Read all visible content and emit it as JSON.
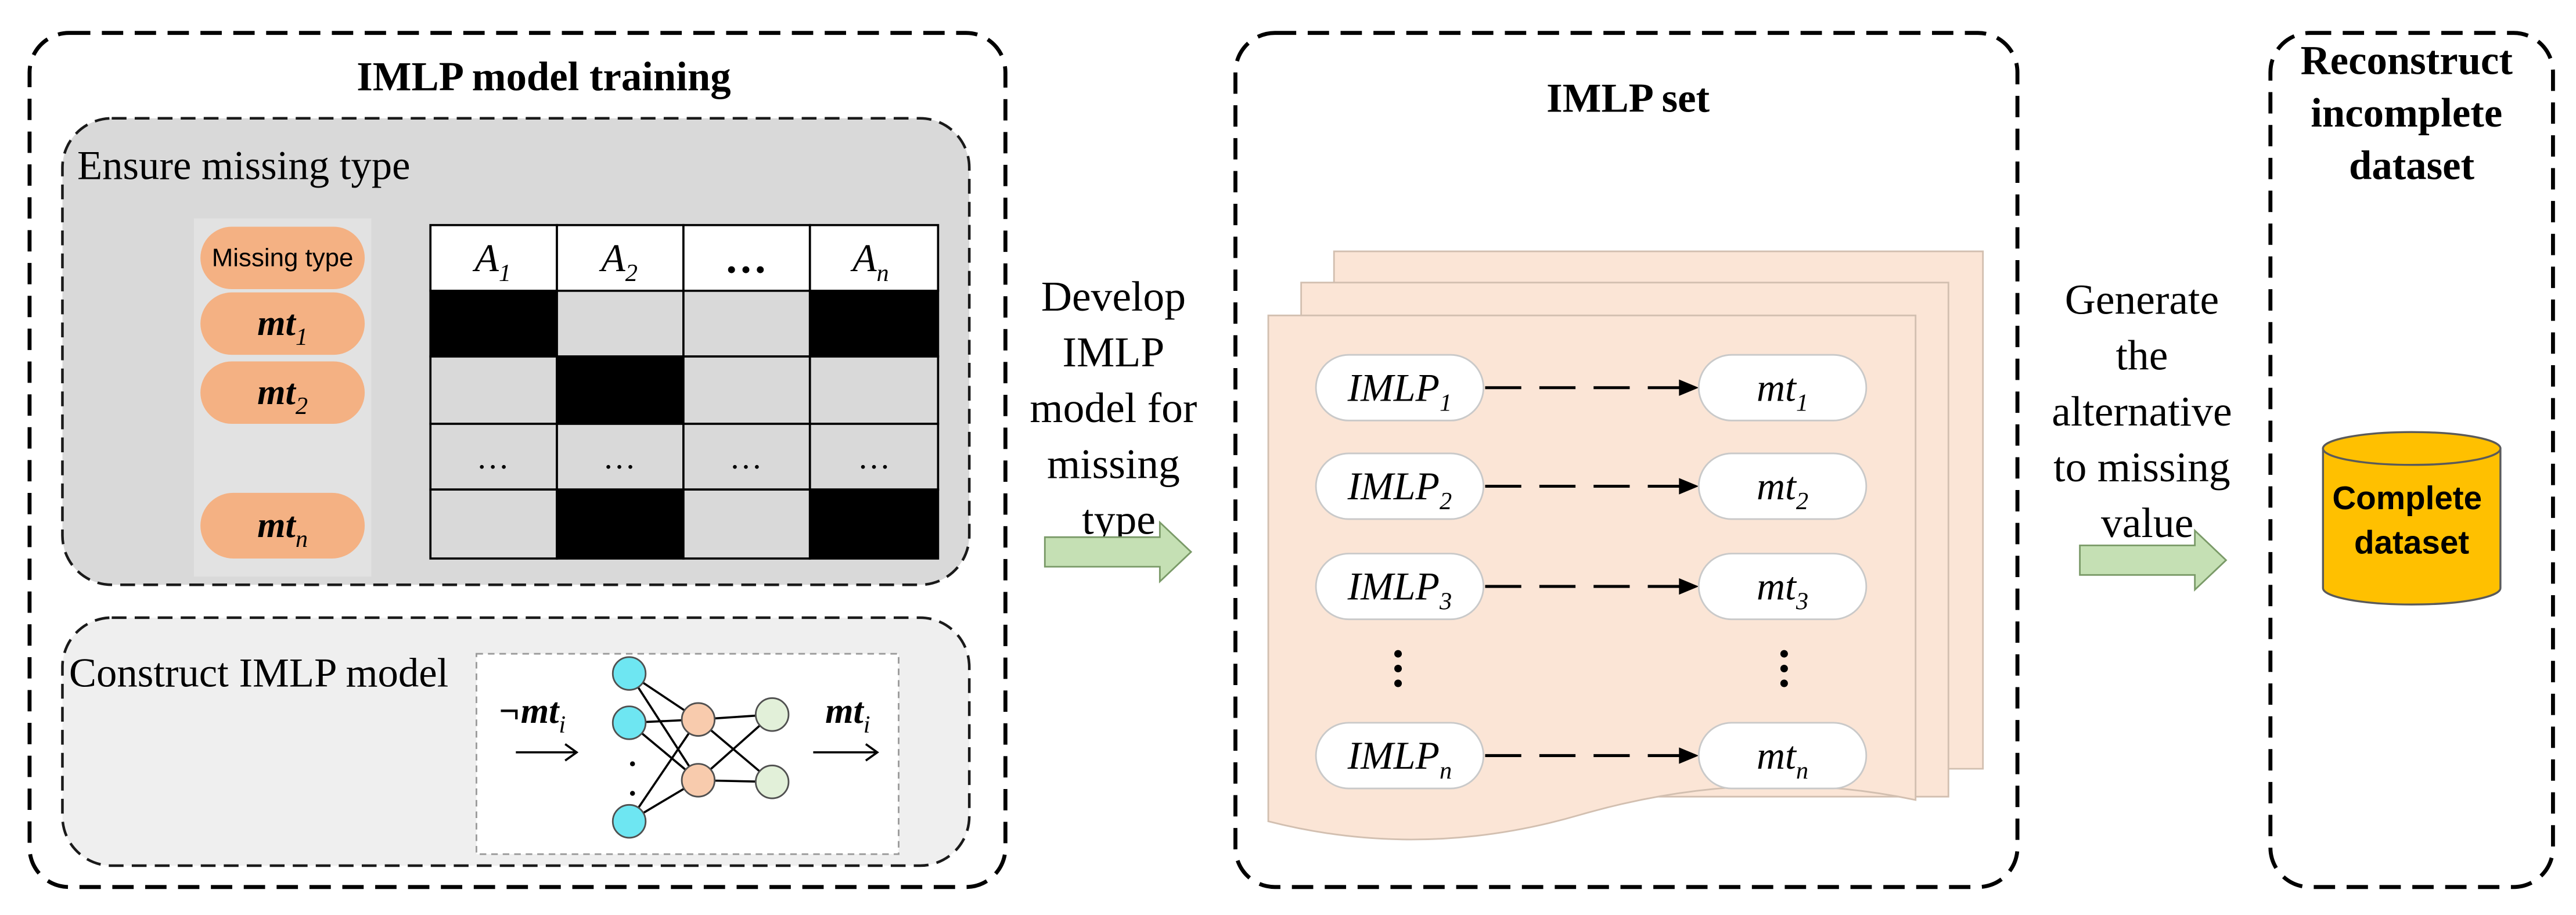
{
  "training_panel": {
    "title": "IMLP model training",
    "ensure_box": {
      "label": "Ensure missing type",
      "header_pill": "Missing type",
      "pill_color": "#f4b183",
      "missing_types": [
        {
          "base": "mt",
          "sub": "1"
        },
        {
          "base": "mt",
          "sub": "2"
        },
        {
          "base": "mt",
          "sub": "n"
        }
      ],
      "table": {
        "headers": [
          {
            "base": "A",
            "sub": "1"
          },
          {
            "base": "A",
            "sub": "2"
          },
          {
            "base": "…"
          },
          {
            "base": "A",
            "sub": "n"
          }
        ],
        "rows": [
          {
            "cells": [
              "#000000",
              "#d9d9d9",
              "#d9d9d9",
              "#000000"
            ]
          },
          {
            "cells": [
              "#d9d9d9",
              "#000000",
              "#d9d9d9",
              "#d9d9d9"
            ]
          },
          {
            "cells": [
              "#d9d9d9",
              "#d9d9d9",
              "#d9d9d9",
              "#d9d9d9"
            ],
            "text": [
              "…",
              "…",
              "…",
              "…"
            ]
          },
          {
            "cells": [
              "#d9d9d9",
              "#000000",
              "#d9d9d9",
              "#000000"
            ]
          }
        ]
      }
    },
    "construct_box": {
      "label": "Construct IMLP model",
      "input_label": {
        "base": "¬mt",
        "sub": "i"
      },
      "output_label": {
        "base": "mt",
        "sub": "i"
      },
      "layer_colors": {
        "input": "#6ee6f2",
        "hidden": "#f8cbad",
        "output": "#e2f0d9"
      }
    }
  },
  "develop_arrow": {
    "lines": [
      "Develop",
      "IMLP",
      "model for",
      "missing",
      "type"
    ],
    "color": "#c5e0b4"
  },
  "set_panel": {
    "title": "IMLP set",
    "page_color": "#fbe5d6",
    "mappings": [
      {
        "model": {
          "base": "IMLP",
          "sub": "1"
        },
        "type": {
          "base": "mt",
          "sub": "1"
        }
      },
      {
        "model": {
          "base": "IMLP",
          "sub": "2"
        },
        "type": {
          "base": "mt",
          "sub": "2"
        }
      },
      {
        "model": {
          "base": "IMLP",
          "sub": "3"
        },
        "type": {
          "base": "mt",
          "sub": "3"
        }
      },
      {
        "model": {
          "base": "IMLP",
          "sub": "n"
        },
        "type": {
          "base": "mt",
          "sub": "n"
        }
      }
    ]
  },
  "generate_arrow": {
    "lines": [
      "Generate",
      "the",
      "alternative",
      "to missing",
      "value"
    ],
    "color": "#c5e0b4"
  },
  "reconstruct_panel": {
    "title_lines": [
      "Reconstruct",
      "incomplete",
      "dataset"
    ],
    "dataset": {
      "lines": [
        "Complete",
        "dataset"
      ],
      "color": "#ffc000"
    }
  }
}
